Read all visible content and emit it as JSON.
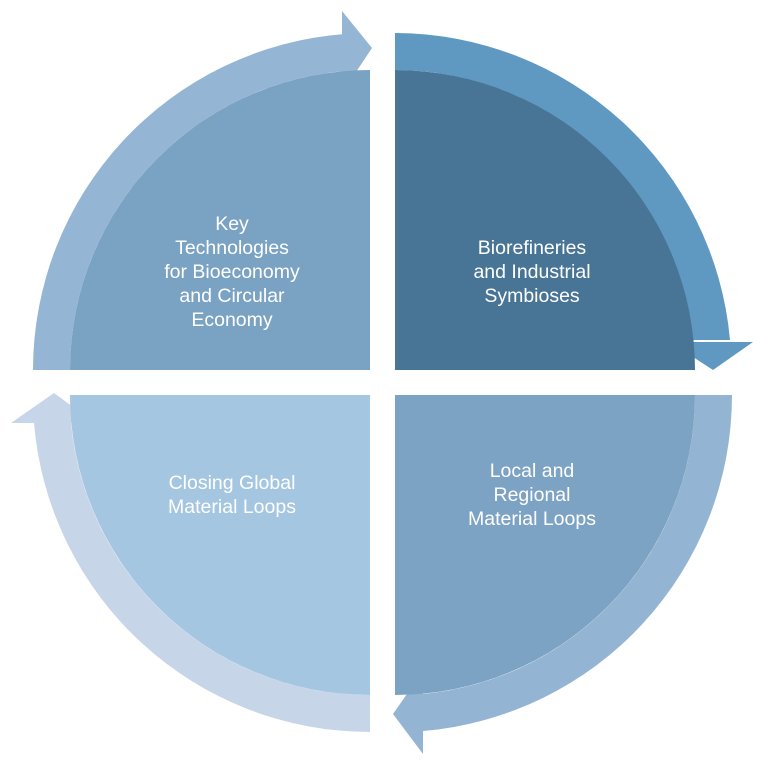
{
  "diagram": {
    "type": "cycle",
    "segments": [
      {
        "id": "top-left",
        "lines": [
          "Key",
          "Technologies",
          "for Bioeconomy",
          "and Circular",
          "Economy"
        ],
        "fill_color": "#7aa2c3",
        "arrow_color": "#94b5d3"
      },
      {
        "id": "top-right",
        "lines": [
          "Biorefineries",
          "and Industrial",
          "Symbioses"
        ],
        "fill_color": "#487595",
        "arrow_color": "#5f99c1"
      },
      {
        "id": "bottom-right",
        "lines": [
          "Local and",
          "Regional",
          "Material Loops"
        ],
        "fill_color": "#7ca3c3",
        "arrow_color": "#93b5d3"
      },
      {
        "id": "bottom-left",
        "lines": [
          "Closing Global",
          "Material Loops"
        ],
        "fill_color": "#a4c6e0",
        "arrow_color": "#c6d6e8"
      }
    ]
  }
}
